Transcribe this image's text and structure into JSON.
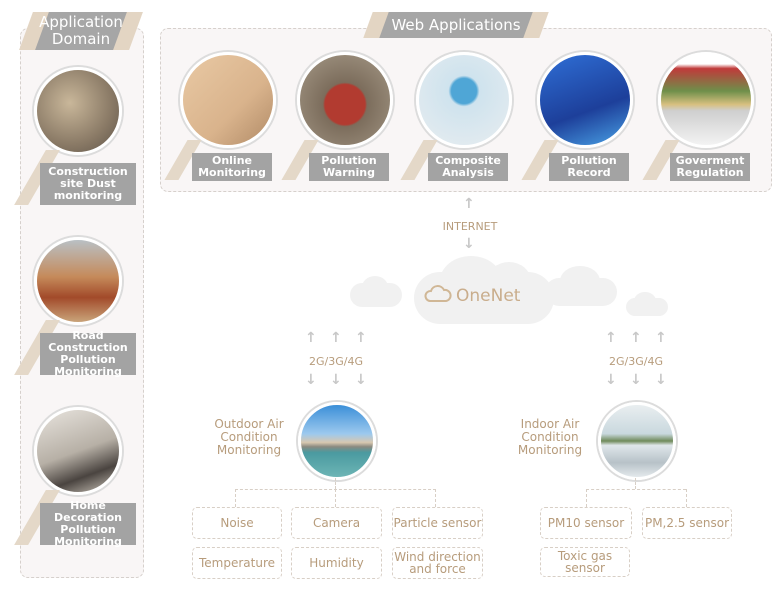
{
  "domain_panel": {
    "title": "Application Domain",
    "items": [
      {
        "label": "Construction site Dust monitoring",
        "icon": "construction-photo"
      },
      {
        "label": "Road Construction Pollution Monitoring",
        "icon": "trucks-photo"
      },
      {
        "label": "Home Decoration Pollution Monitoring",
        "icon": "decoration-photo"
      }
    ]
  },
  "web_panel": {
    "title": "Web Applications",
    "items": [
      {
        "label": "Online Monitoring",
        "icon": "camera-photo"
      },
      {
        "label": "Pollution Warning",
        "icon": "alarm-photo"
      },
      {
        "label": "Composite Analysis",
        "icon": "globe-network-photo"
      },
      {
        "label": "Pollution Record",
        "icon": "data-city-photo"
      },
      {
        "label": "Goverment Regulation",
        "icon": "books-laptop-photo"
      }
    ]
  },
  "network": {
    "internet": "INTERNET",
    "cloud": "OneNet",
    "outdoor_link": "2G/3G/4G",
    "indoor_link": "2G/3G/4G"
  },
  "outdoor": {
    "title": "Outdoor Air Condition Monitoring",
    "sensors": [
      "Noise",
      "Camera",
      "Particle sensor",
      "Temperature",
      "Humidity",
      "Wind direction and force"
    ]
  },
  "indoor": {
    "title": "Indoor Air Condition Monitoring",
    "sensors": [
      "PM10 sensor",
      "PM,2.5 sensor",
      "Toxic gas sensor"
    ]
  }
}
